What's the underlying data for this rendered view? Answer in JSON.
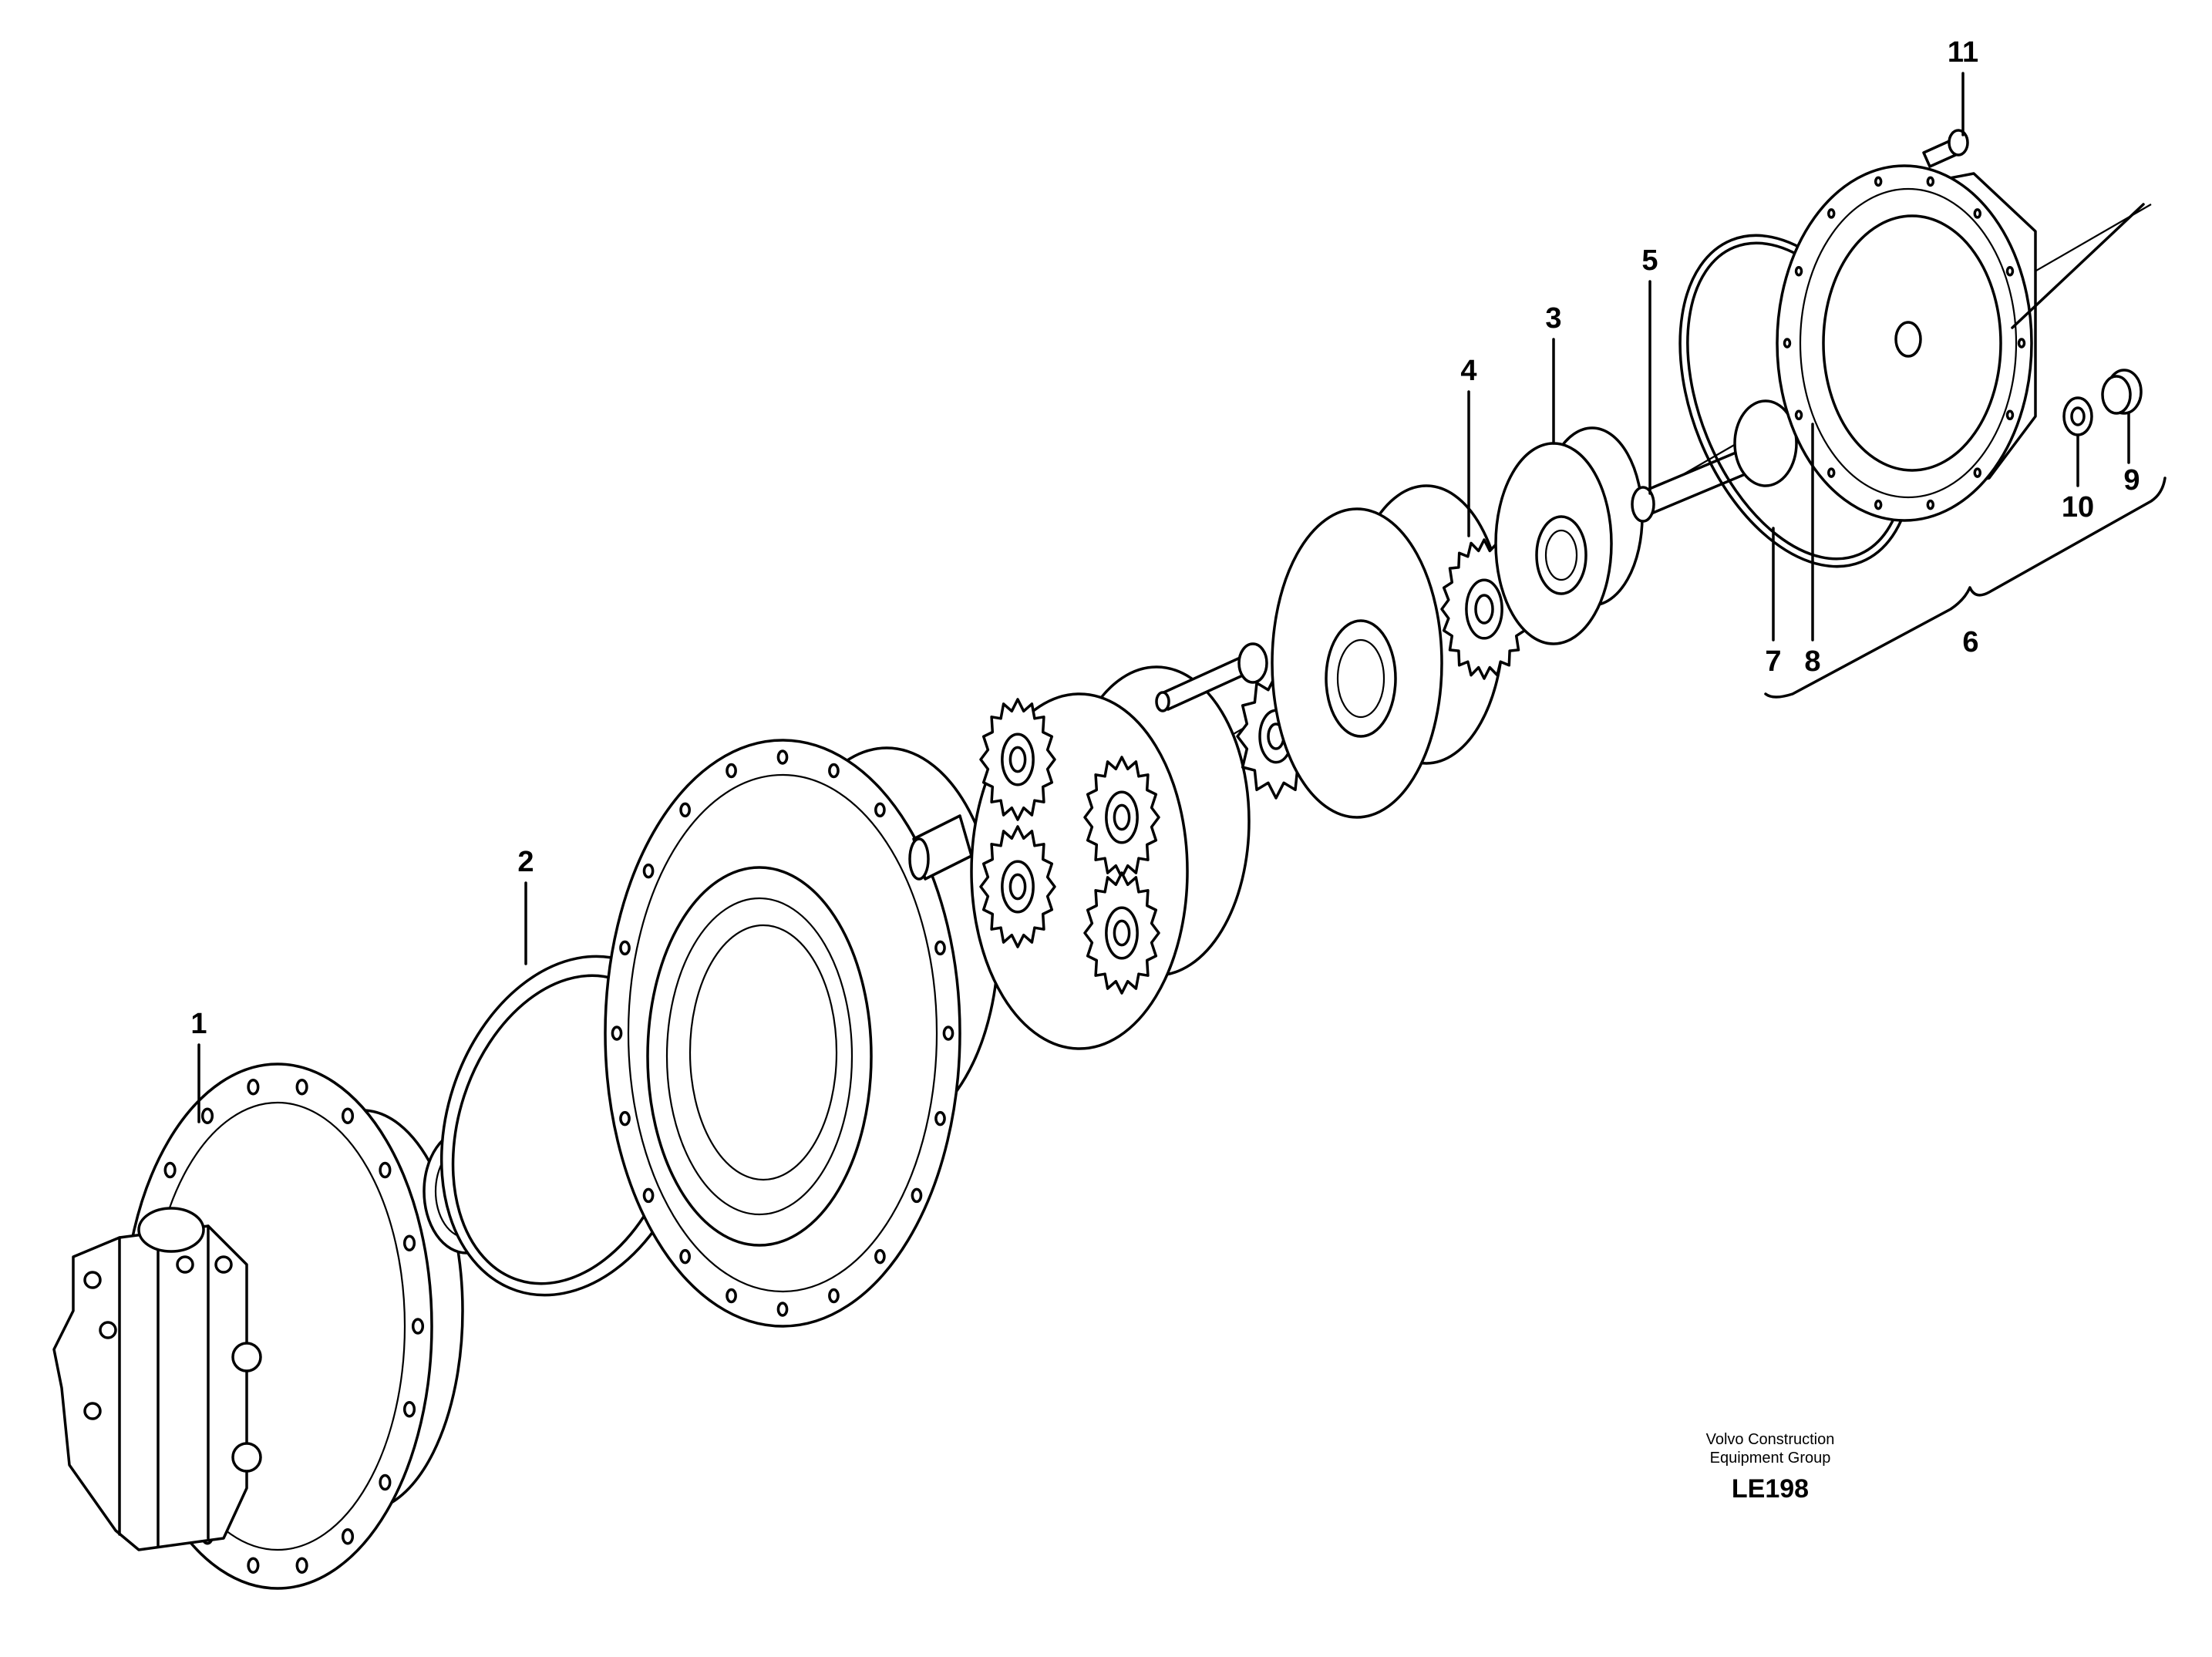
{
  "callouts": {
    "c1": "1",
    "c2": "2",
    "c3": "3",
    "c4": "4",
    "c5": "5",
    "c6": "6",
    "c7": "7",
    "c8": "8",
    "c9": "9",
    "c10": "10",
    "c11": "11"
  },
  "credit": {
    "line1": "Volvo Construction",
    "line2": "Equipment Group",
    "code": "LE198"
  }
}
